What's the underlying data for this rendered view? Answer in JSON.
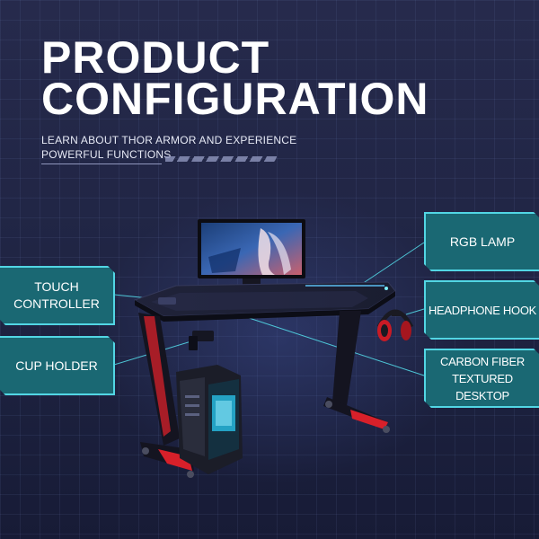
{
  "header": {
    "title_line1": "PRODUCT",
    "title_line2": "CONFIGURATION",
    "subtitle_line1": "LEARN ABOUT THOR ARMOR AND EXPERIENCE",
    "subtitle_line2": "POWERFUL FUNCTIONS"
  },
  "callouts": {
    "touch_controller": [
      "TOUCH",
      "CONTROLLER"
    ],
    "cup_holder": [
      "CUP HOLDER"
    ],
    "rgb_lamp": [
      "RGB LAMP"
    ],
    "headphone_hook": [
      "HEADPHONE HOOK"
    ],
    "carbon_fiber": [
      "CARBON FIBER",
      "TEXTURED DESKTOP"
    ]
  },
  "colors": {
    "background": "#232745",
    "callout_border": "#52d6e4",
    "callout_fill": "#1a6873",
    "accent_red": "#d8202a"
  }
}
